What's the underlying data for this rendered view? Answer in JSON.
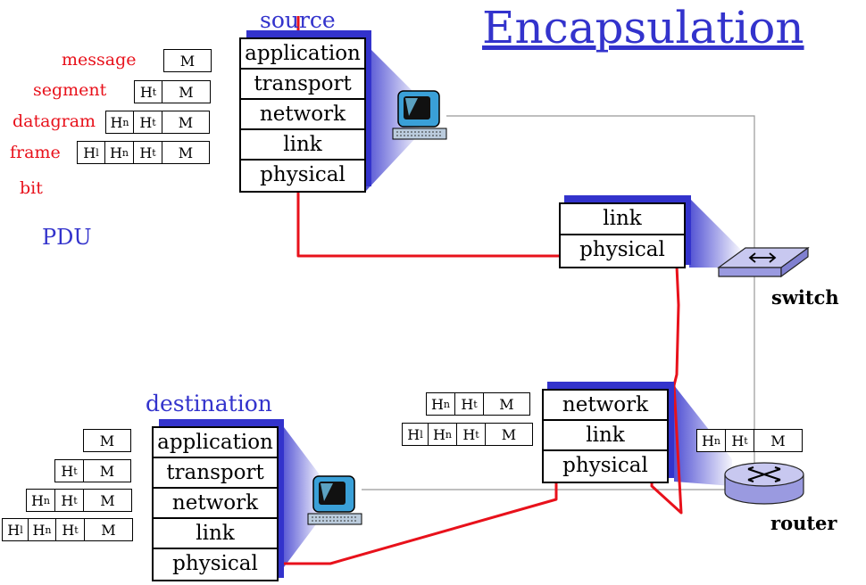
{
  "title": "Encapsulation",
  "source_label": "source",
  "destination_label": "destination",
  "switch_label": "switch",
  "router_label": "router",
  "pdu_label": "PDU",
  "pdu_names": {
    "message": "message",
    "segment": "segment",
    "datagram": "datagram",
    "frame": "frame",
    "bit": "bit"
  },
  "layers": {
    "application": "application",
    "transport": "transport",
    "network": "network",
    "link": "link",
    "physical": "physical"
  },
  "headers": {
    "transport": "t",
    "network": "n",
    "link": "l",
    "h": "H",
    "message": "M"
  },
  "colors": {
    "accent_blue": "#3333cc",
    "path_red": "#e8111b",
    "device_fill": "#c8c8f0"
  }
}
